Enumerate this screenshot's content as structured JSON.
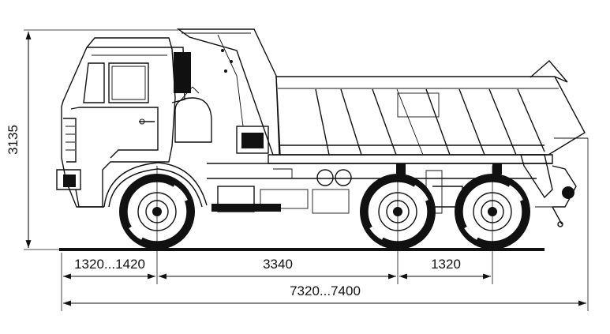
{
  "dimensions": {
    "height": "3135",
    "front_overhang": "1320...1420",
    "wheelbase_front": "3340",
    "wheelbase_rear": "1320",
    "overall_length": "7320...7400"
  }
}
